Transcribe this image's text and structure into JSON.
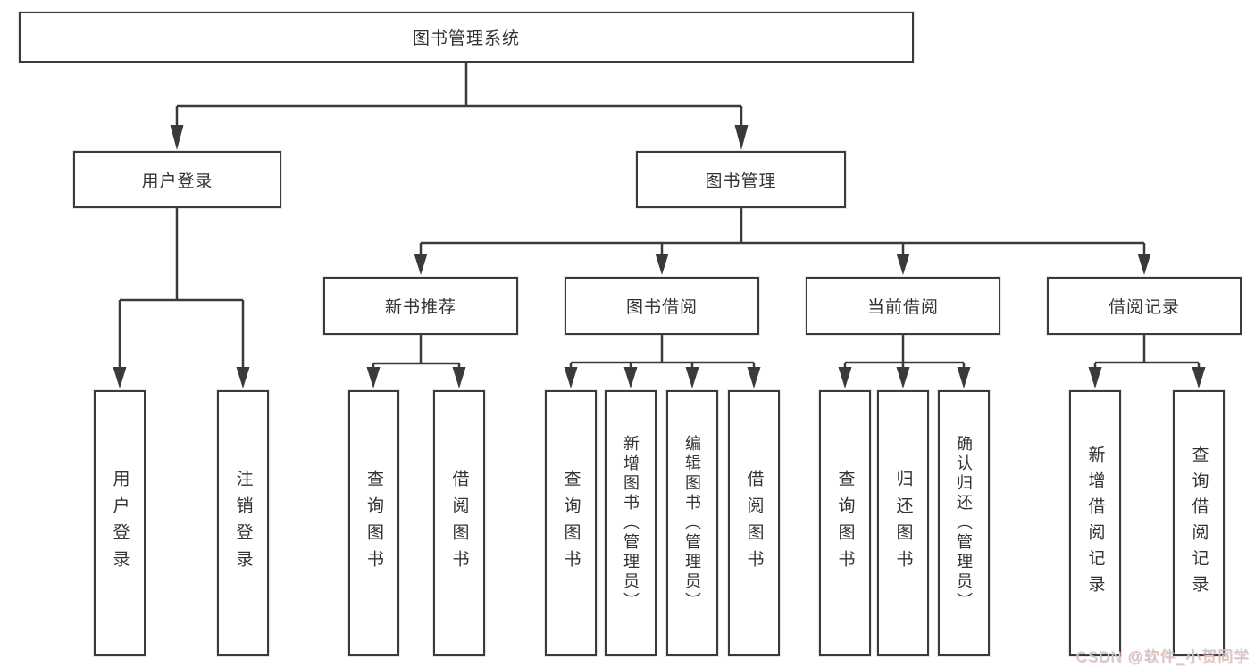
{
  "title": "图书管理系统",
  "tree": {
    "root": "图书管理系统",
    "children": [
      {
        "label": "用户登录",
        "children": [
          "用户登录",
          "注销登录"
        ]
      },
      {
        "label": "图书管理",
        "children": [
          {
            "label": "新书推荐",
            "children": [
              "查询图书",
              "借阅图书"
            ]
          },
          {
            "label": "图书借阅",
            "children": [
              "查询图书",
              "新增图书（管理员）",
              "编辑图书（管理员）",
              "借阅图书"
            ]
          },
          {
            "label": "当前借阅",
            "children": [
              "查询图书",
              "归还图书",
              "确认归还（管理员）"
            ]
          },
          {
            "label": "借阅记录",
            "children": [
              "新增借阅记录",
              "查询借阅记录"
            ]
          }
        ]
      }
    ]
  },
  "watermark": {
    "text": "CSDN @软件_小贺同学"
  },
  "colors": {
    "line": "#3a3a3a",
    "box_border": "#3a3a3a",
    "text": "#333333",
    "background": "#ffffff",
    "watermark_gray": "#cbc8c8",
    "watermark_shadow_pink": "#eba0a0"
  }
}
